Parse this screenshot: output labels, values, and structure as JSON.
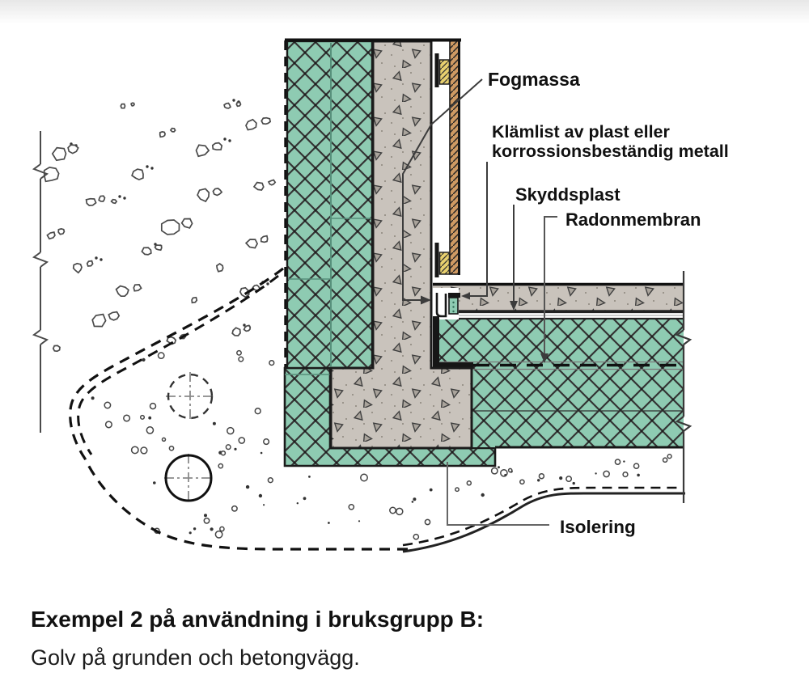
{
  "diagram": {
    "labels": {
      "fogmassa": "Fogmassa",
      "klamlist_line1": "Klämlist av plast eller",
      "klamlist_line2": "korrossionsbeständig metall",
      "skyddsplast": "Skyddsplast",
      "radonmembran": "Radonmembran",
      "isolering": "Isolering"
    },
    "colors": {
      "insulation": "#8ecbb2",
      "concrete": "#c9c3bc",
      "concrete_triangle": "#aaa49c",
      "batten": "#cf9a63",
      "clamp": "#e8d06e",
      "line": "#1b1b1b"
    }
  },
  "caption": {
    "heading": "Exempel 2 på användning i bruksgrupp B:",
    "subtitle": "Golv på grunden och betongvägg."
  }
}
